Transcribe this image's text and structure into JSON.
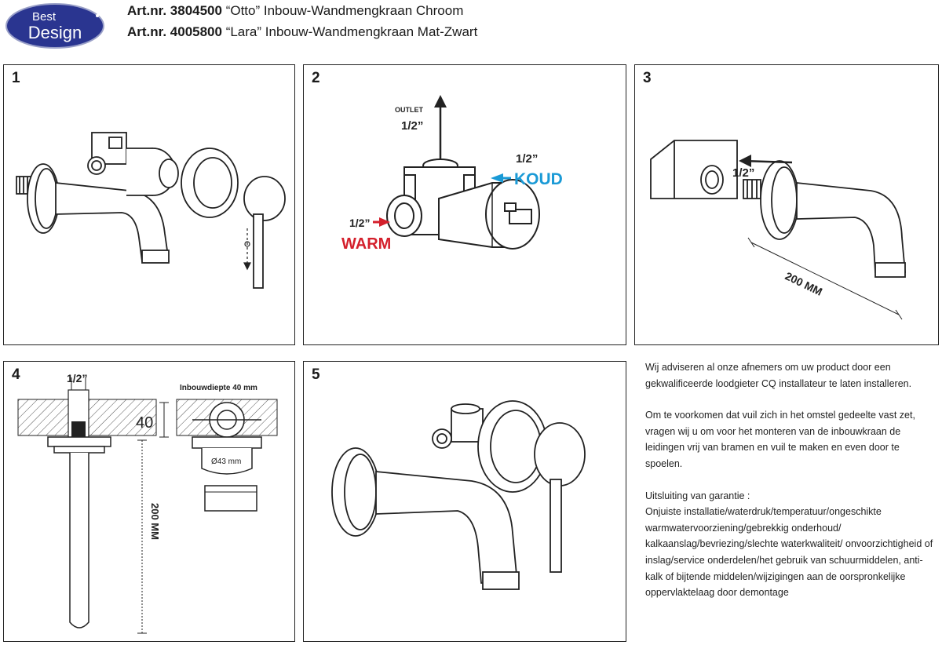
{
  "logo": {
    "top": "Best",
    "bottom": "Design"
  },
  "titles": [
    {
      "artnr": "Art.nr. 3804500",
      "desc": " “Otto” Inbouw-Wandmengkraan Chroom"
    },
    {
      "artnr": "Art.nr. 4005800",
      "desc": " “Lara” Inbouw-Wandmengkraan Mat-Zwart"
    }
  ],
  "panels": {
    "p1": {
      "number": "1"
    },
    "p2": {
      "number": "2",
      "outlet": "OUTLET",
      "outlet_size": "1/2”",
      "cold_size": "1/2”",
      "cold": "KOUD",
      "warm_size": "1/2”",
      "warm": "WARM"
    },
    "p3": {
      "number": "3",
      "size": "1/2”",
      "length": "200 MM"
    },
    "p4": {
      "number": "4",
      "size": "1/2”",
      "depth_value": "40",
      "depth_label": "Inbouwdiepte 40 mm",
      "diameter": "Ø43 mm",
      "length": "200 MM"
    },
    "p5": {
      "number": "5"
    }
  },
  "colors": {
    "warm": "#d4202c",
    "cold": "#1a9ad6",
    "logo_bg": "#2a3590"
  },
  "notes": {
    "para1": "Wij adviseren al onze afnemers om uw product door een gekwalificeerde loodgieter CQ installateur te laten installeren.",
    "para2": "Om te voorkomen dat vuil zich in het omstel gedeelte vast zet, vragen wij u om voor het monteren van de inbouwkraan de leidingen vrij van bramen en vuil te maken en even door te spoelen.",
    "warranty_title": "Uitsluiting van garantie :",
    "warranty_text": "Onjuiste installatie/waterdruk/temperatuur/ongeschikte warmwatervoorziening/gebrekkig onderhoud/ kalkaanslag/bevriezing/slechte waterkwaliteit/ onvoorzichtigheid of inslag/service onderdelen/het gebruik van schuurmiddelen, anti-kalk of bijtende middelen/wijzigingen aan de oorspronkelijke oppervlaktelaag door demontage"
  }
}
